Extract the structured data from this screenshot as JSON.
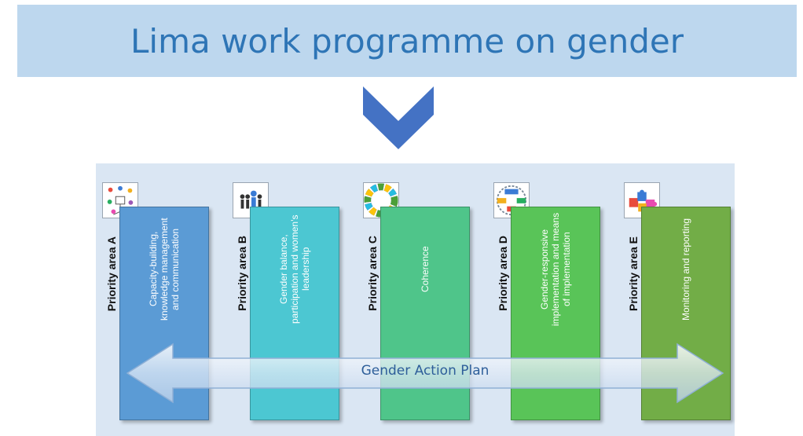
{
  "title": "Lima work programme on gender",
  "priority_areas": [
    {
      "label": "Priority area A",
      "text": "Capacity-building, knowledge management and communication",
      "color": "#5b9bd5",
      "icon": "brainstorm-icon"
    },
    {
      "label": "Priority area B",
      "text": "Gender balance, participation and women’s leadership",
      "color": "#4cc7d2",
      "icon": "people-icon"
    },
    {
      "label": "Priority area C",
      "text": "Coherence",
      "color": "#4fc58a",
      "icon": "sdg-wheel-icon"
    },
    {
      "label": "Priority area D",
      "text": "Gender-responsive implementation and means of implementation",
      "color": "#59c458",
      "icon": "flowchart-icon"
    },
    {
      "label": "Priority area E",
      "text": "Monitoring and reporting",
      "color": "#72ad47",
      "icon": "puzzle-icon"
    }
  ],
  "action_plan_label": "Gender Action Plan",
  "colors": {
    "banner": "#bdd7ee",
    "title": "#2e75b6",
    "chevron": "#4472c4",
    "panel": "#dae6f3"
  }
}
